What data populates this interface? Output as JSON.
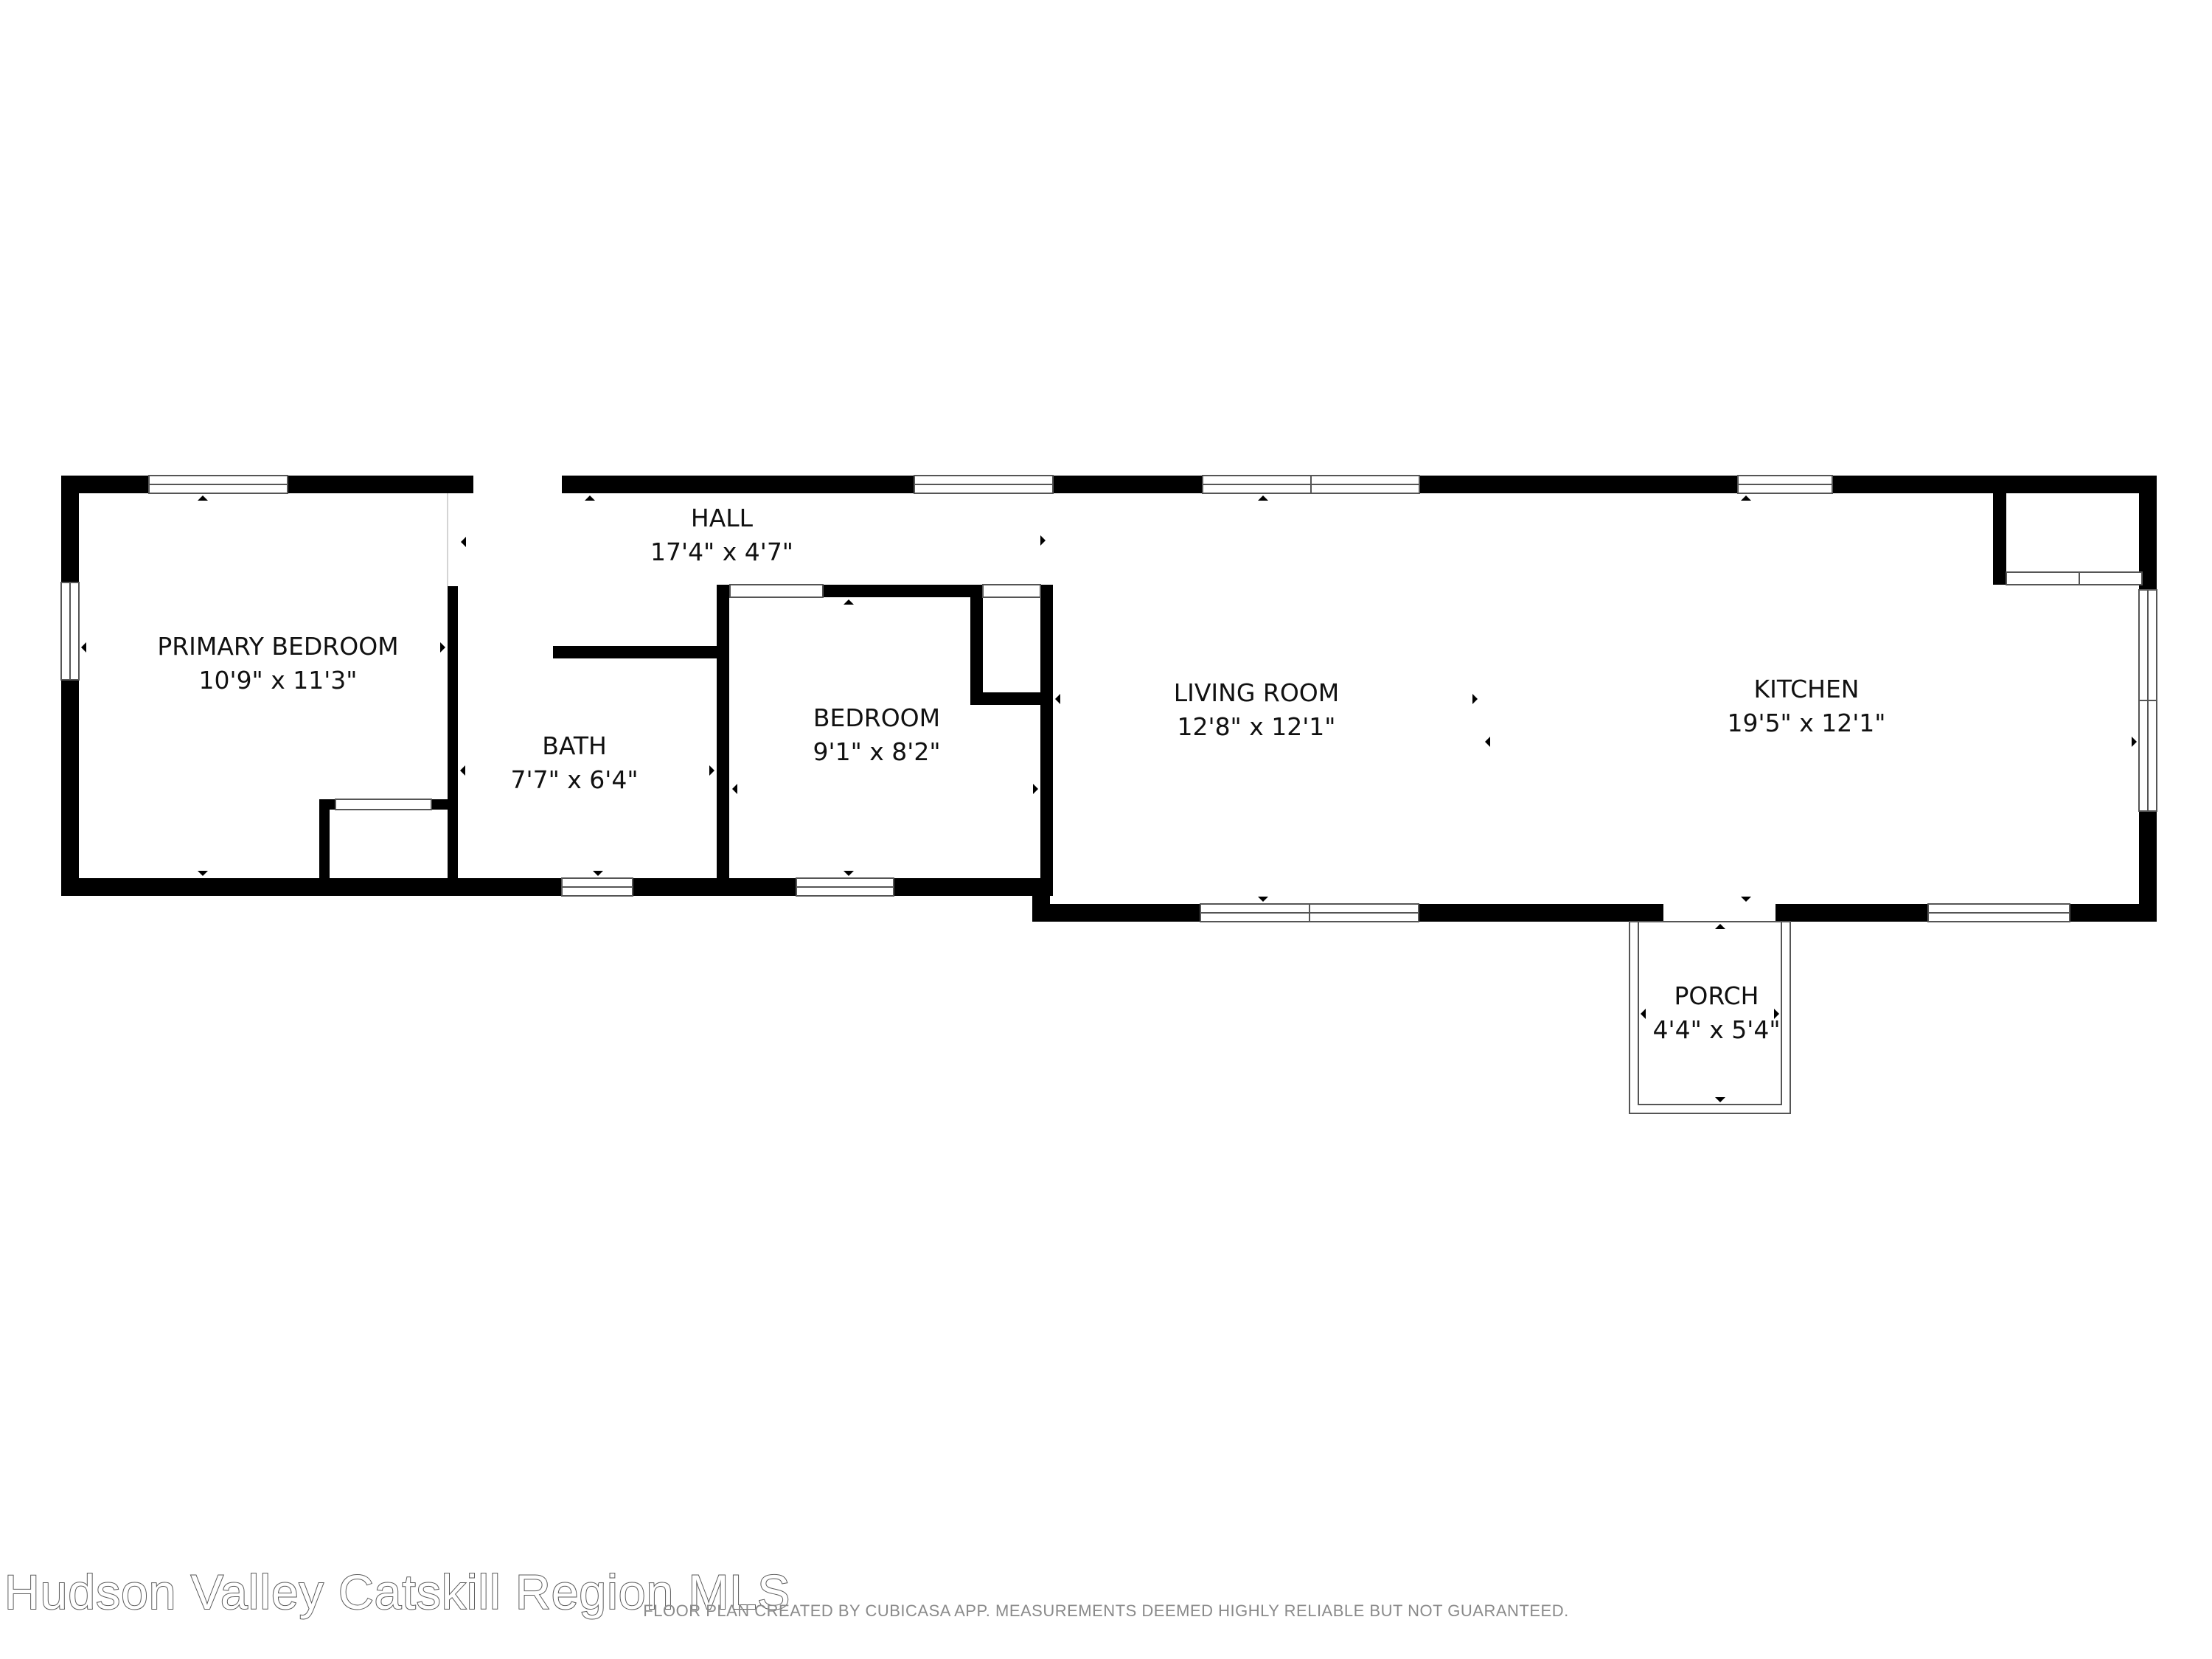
{
  "rooms": {
    "hall": {
      "name": "HALL",
      "dimensions": "17'4\" x 4'7\""
    },
    "primary_bedroom": {
      "name": "PRIMARY BEDROOM",
      "dimensions": "10'9\" x 11'3\""
    },
    "bath": {
      "name": "BATH",
      "dimensions": "7'7\" x 6'4\""
    },
    "bedroom": {
      "name": "BEDROOM",
      "dimensions": "9'1\" x 8'2\""
    },
    "living_room": {
      "name": "LIVING ROOM",
      "dimensions": "12'8\" x 12'1\""
    },
    "kitchen": {
      "name": "KITCHEN",
      "dimensions": "19'5\" x 12'1\""
    },
    "porch": {
      "name": "PORCH",
      "dimensions": "4'4\" x 5'4\""
    }
  },
  "footer": {
    "disclaimer": "FLOOR PLAN CREATED BY CUBICASA APP. MEASUREMENTS DEEMED HIGHLY RELIABLE BUT NOT GUARANTEED."
  },
  "watermark": {
    "text": "Hudson Valley Catskill Region MLS"
  },
  "colors": {
    "wall": "#000000",
    "background": "#ffffff",
    "window_frame": "#555555",
    "footer_text": "#8a8a8a"
  }
}
